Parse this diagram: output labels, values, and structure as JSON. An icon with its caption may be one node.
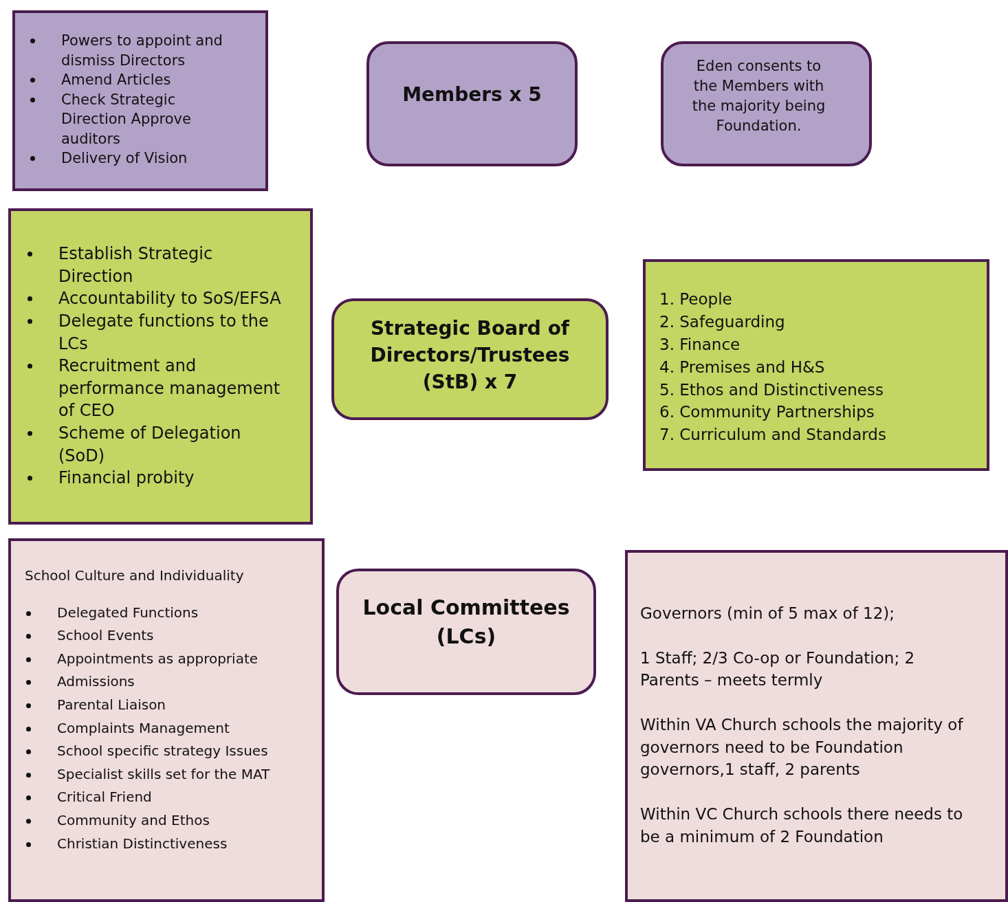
{
  "diagram": {
    "nodes": [
      {
        "text": [
          "Powers to appoint and dismiss Directors",
          "Amend Articles",
          "Check Strategic Direction Approve auditors",
          "Delivery of Vision"
        ]
      },
      {
        "text": [
          "Members x 5"
        ]
      },
      {
        "text": [
          "Eden consents to the Members with the majority being Foundation."
        ]
      },
      {
        "text": [
          "Establish Strategic Direction",
          "Accountability to SoS/EFSA",
          "Delegate functions to the LCs",
          "Recruitment and performance management of CEO",
          "Scheme of Delegation (SoD)",
          "Financial probity"
        ]
      },
      {
        "text": [
          "Strategic Board of Directors/Trustees (StB) x 7"
        ]
      },
      {
        "text": [
          "1. People",
          "2. Safeguarding",
          "3. Finance",
          "4. Premises and H&S",
          "5. Ethos and Distinctiveness",
          "6. Community Partnerships",
          "7. Curriculum and Standards"
        ]
      },
      {
        "text": [
          "School Culture and Individuality",
          "Delegated Functions",
          "School Events",
          "Appointments as appropriate",
          "Admissions",
          "Parental Liaison",
          "Complaints Management",
          "School specific strategy Issues",
          "Specialist skills set for the MAT",
          "Critical Friend",
          "Community and Ethos",
          "Christian Distinctiveness"
        ]
      },
      {
        "text": [
          "Local Committees (LCs)"
        ]
      },
      {
        "text": [
          "Governors (min of 5 max of 12);",
          "1 Staff; 2/3 Co-op or Foundation; 2 Parents – meets termly",
          "Within VA Church schools the majority of governors need to be Foundation governors,1 staff, 2 parents",
          "Within VC Church schools there needs to be a minimum of 2 Foundation"
        ]
      }
    ],
    "edges": []
  }
}
